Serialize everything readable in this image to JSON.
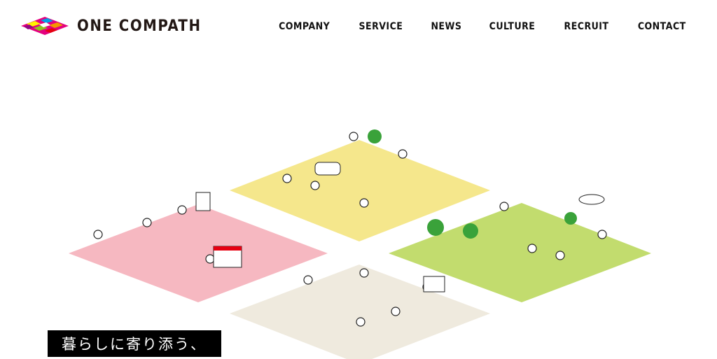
{
  "header": {
    "logo_text": "ONE COMPATH",
    "nav": [
      "COMPANY",
      "SERVICE",
      "NEWS",
      "CULTURE",
      "RECRUIT",
      "CONTACT"
    ]
  },
  "hero": {
    "catchphrase": "暮らしに寄り添う、",
    "zones": [
      {
        "name": "pink",
        "color": "#f6b8c1"
      },
      {
        "name": "yellow",
        "color": "#f5e78c"
      },
      {
        "name": "green",
        "color": "#c2dc6e"
      },
      {
        "name": "beige",
        "color": "#efeade"
      }
    ]
  }
}
